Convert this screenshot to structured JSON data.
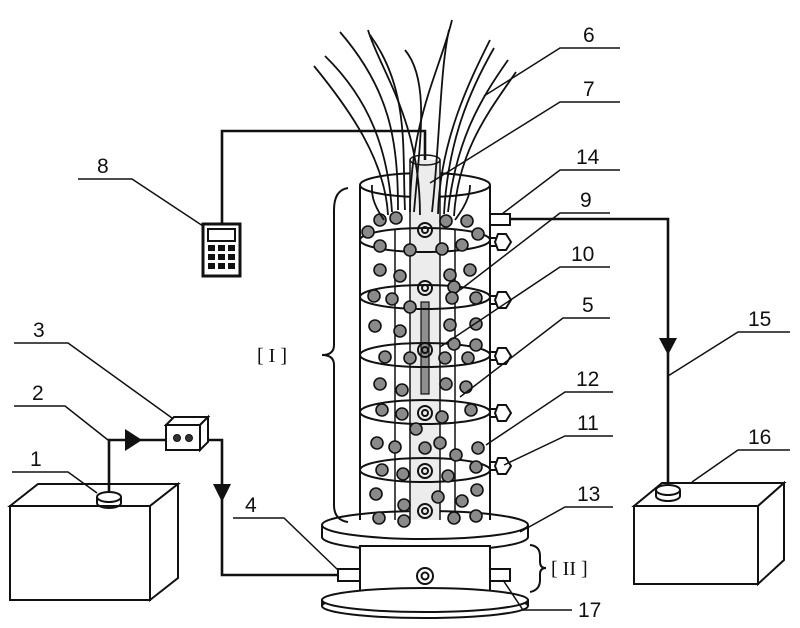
{
  "diagram": {
    "type": "apparatus schematic",
    "description": "Column reactor with plant-like fibers on top, sampling ports on the side, a pump feeding from an inlet tank and outflow to an effluent tank",
    "callouts": [
      {
        "id": "1",
        "text": "1",
        "refers_to": "inlet-tank-cap"
      },
      {
        "id": "2",
        "text": "2",
        "refers_to": "feed-pipe"
      },
      {
        "id": "3",
        "text": "3",
        "refers_to": "pump"
      },
      {
        "id": "4",
        "text": "4",
        "refers_to": "bottom-inlet-port"
      },
      {
        "id": "5",
        "text": "5",
        "refers_to": "reactor-bead"
      },
      {
        "id": "6",
        "text": "6",
        "refers_to": "fibers"
      },
      {
        "id": "7",
        "text": "7",
        "refers_to": "central-tube"
      },
      {
        "id": "8",
        "text": "8",
        "refers_to": "meter-device"
      },
      {
        "id": "9",
        "text": "9",
        "refers_to": "sampling-port"
      },
      {
        "id": "10",
        "text": "10",
        "refers_to": "sampling-port"
      },
      {
        "id": "11",
        "text": "11",
        "refers_to": "sampling-port"
      },
      {
        "id": "12",
        "text": "12",
        "refers_to": "reactor-bead"
      },
      {
        "id": "13",
        "text": "13",
        "refers_to": "base-plate"
      },
      {
        "id": "14",
        "text": "14",
        "refers_to": "outlet-port"
      },
      {
        "id": "15",
        "text": "15",
        "refers_to": "outflow-pipe"
      },
      {
        "id": "16",
        "text": "16",
        "refers_to": "effluent-tank"
      },
      {
        "id": "17",
        "text": "17",
        "refers_to": "bottom-side-port"
      }
    ],
    "sections": {
      "upper": "[ I ]",
      "lower": "[ II ]"
    },
    "flow_arrows": [
      "right",
      "down",
      "down"
    ]
  }
}
